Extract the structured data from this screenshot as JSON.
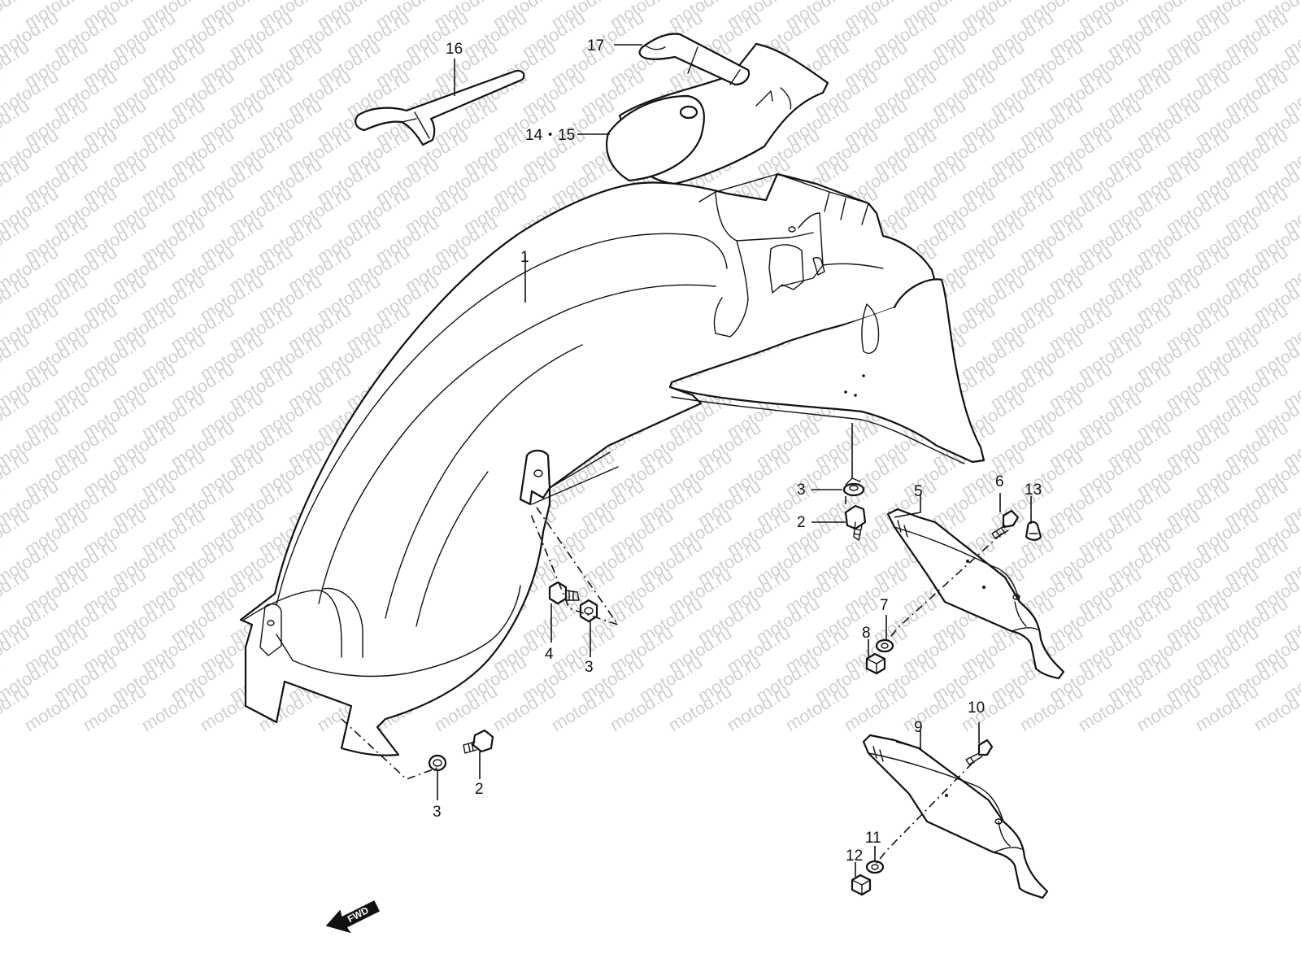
{
  "watermark": "motod.ru",
  "direction_badge": "FWD",
  "callouts": {
    "c1": "1",
    "c16": "16",
    "c17": "17",
    "c14_15": "14・15",
    "c3_rear": "3",
    "c2_rear": "2",
    "c5": "5",
    "c6": "6",
    "c13": "13",
    "c7": "7",
    "c8": "8",
    "c4": "4",
    "c3_mid": "3",
    "c3_low": "3",
    "c2_low": "2",
    "c9": "9",
    "c10": "10",
    "c11": "11",
    "c12": "12"
  },
  "colors": {
    "line": "#111111",
    "watermark": "#d0d0d0",
    "background": "#ffffff"
  }
}
